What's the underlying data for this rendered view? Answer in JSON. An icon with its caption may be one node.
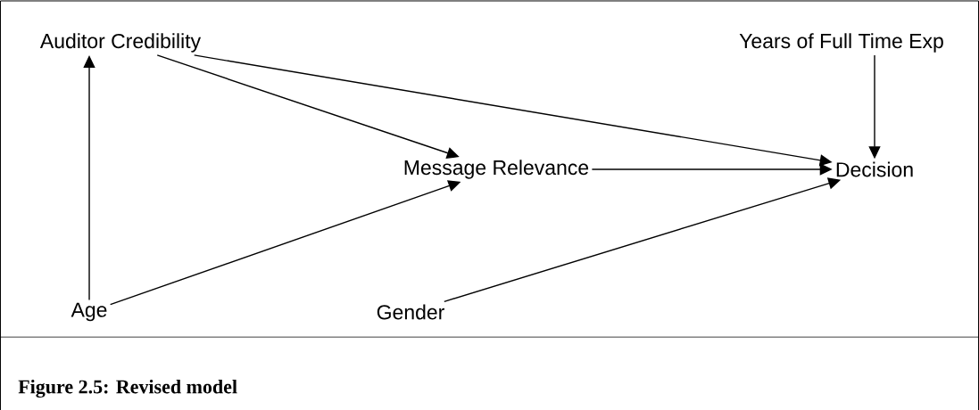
{
  "diagram": {
    "caption": "Figure 2.5: Revised model",
    "nodes": [
      {
        "text": [
          "Auditor Credibility"
        ]
      },
      {
        "text": [
          "Years of Full Time Exp"
        ]
      },
      {
        "text": [
          "Message Relevance"
        ]
      },
      {
        "text": [
          "Decision"
        ]
      },
      {
        "text": [
          "Age"
        ]
      },
      {
        "text": [
          "Gender"
        ]
      }
    ],
    "edges": [
      {
        "from": 4,
        "to": 0,
        "arrow": "to"
      },
      {
        "from": 0,
        "to": 2,
        "arrow": "to"
      },
      {
        "from": 0,
        "to": 3,
        "arrow": "to"
      },
      {
        "from": 4,
        "to": 2,
        "arrow": "to"
      },
      {
        "from": 2,
        "to": 3,
        "arrow": "to"
      },
      {
        "from": 1,
        "to": 3,
        "arrow": "to"
      },
      {
        "from": 5,
        "to": 3,
        "arrow": "to"
      }
    ]
  }
}
